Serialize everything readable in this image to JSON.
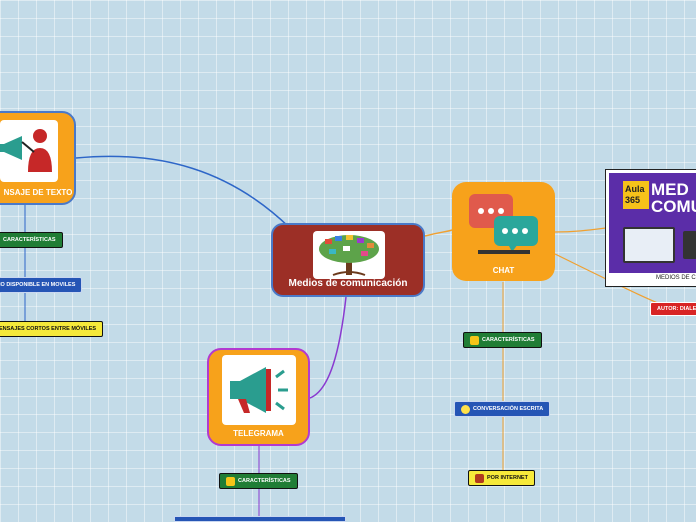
{
  "central": {
    "title": "Medios de comunicación"
  },
  "topics": {
    "sms": {
      "title": "NSAJE DE TEXTO"
    },
    "chat": {
      "title": "CHAT"
    },
    "telegram": {
      "title": "TELEGRAMA"
    }
  },
  "sms_children": {
    "characteristics": "CARACTERÍSTICAS",
    "available": "IO DISPONIBLE EN MOVILES",
    "short_messages": "ENSAJES CORTOS ENTRE MÓVILES"
  },
  "chat_children": {
    "characteristics": "CARACTERÍSTICAS",
    "written": "CONVERSACIÓN ESCRITA",
    "internet": "POR INTERNET"
  },
  "telegram_children": {
    "characteristics": "CARACTERÍSTICAS"
  },
  "image_card": {
    "logo_top": "Aula",
    "logo_bottom": "365",
    "heading_line1": "MED",
    "heading_line2": "COMUN",
    "caption": "MEDIOS DE C"
  },
  "author_tag": "AUTOR: DIALE",
  "colors": {
    "central": "#9c2f26",
    "topic": "#f7a21b",
    "characteristics_pill": "#207d35",
    "blue_pill": "#2555b5",
    "yellow_pill": "#f6e93a",
    "author_pill": "#d82424",
    "link_blue": "#2d66c8",
    "link_orange": "#f0a030",
    "link_purple": "#8a3ad0"
  },
  "icons": {
    "central": "tree-icon",
    "sms": "person-megaphone-icon",
    "chat": "chat-bubbles-icon",
    "telegram": "megaphone-icon",
    "characteristics": "thumbs-up-icon",
    "written": "lightbulb-icon",
    "internet": "note-icon"
  }
}
